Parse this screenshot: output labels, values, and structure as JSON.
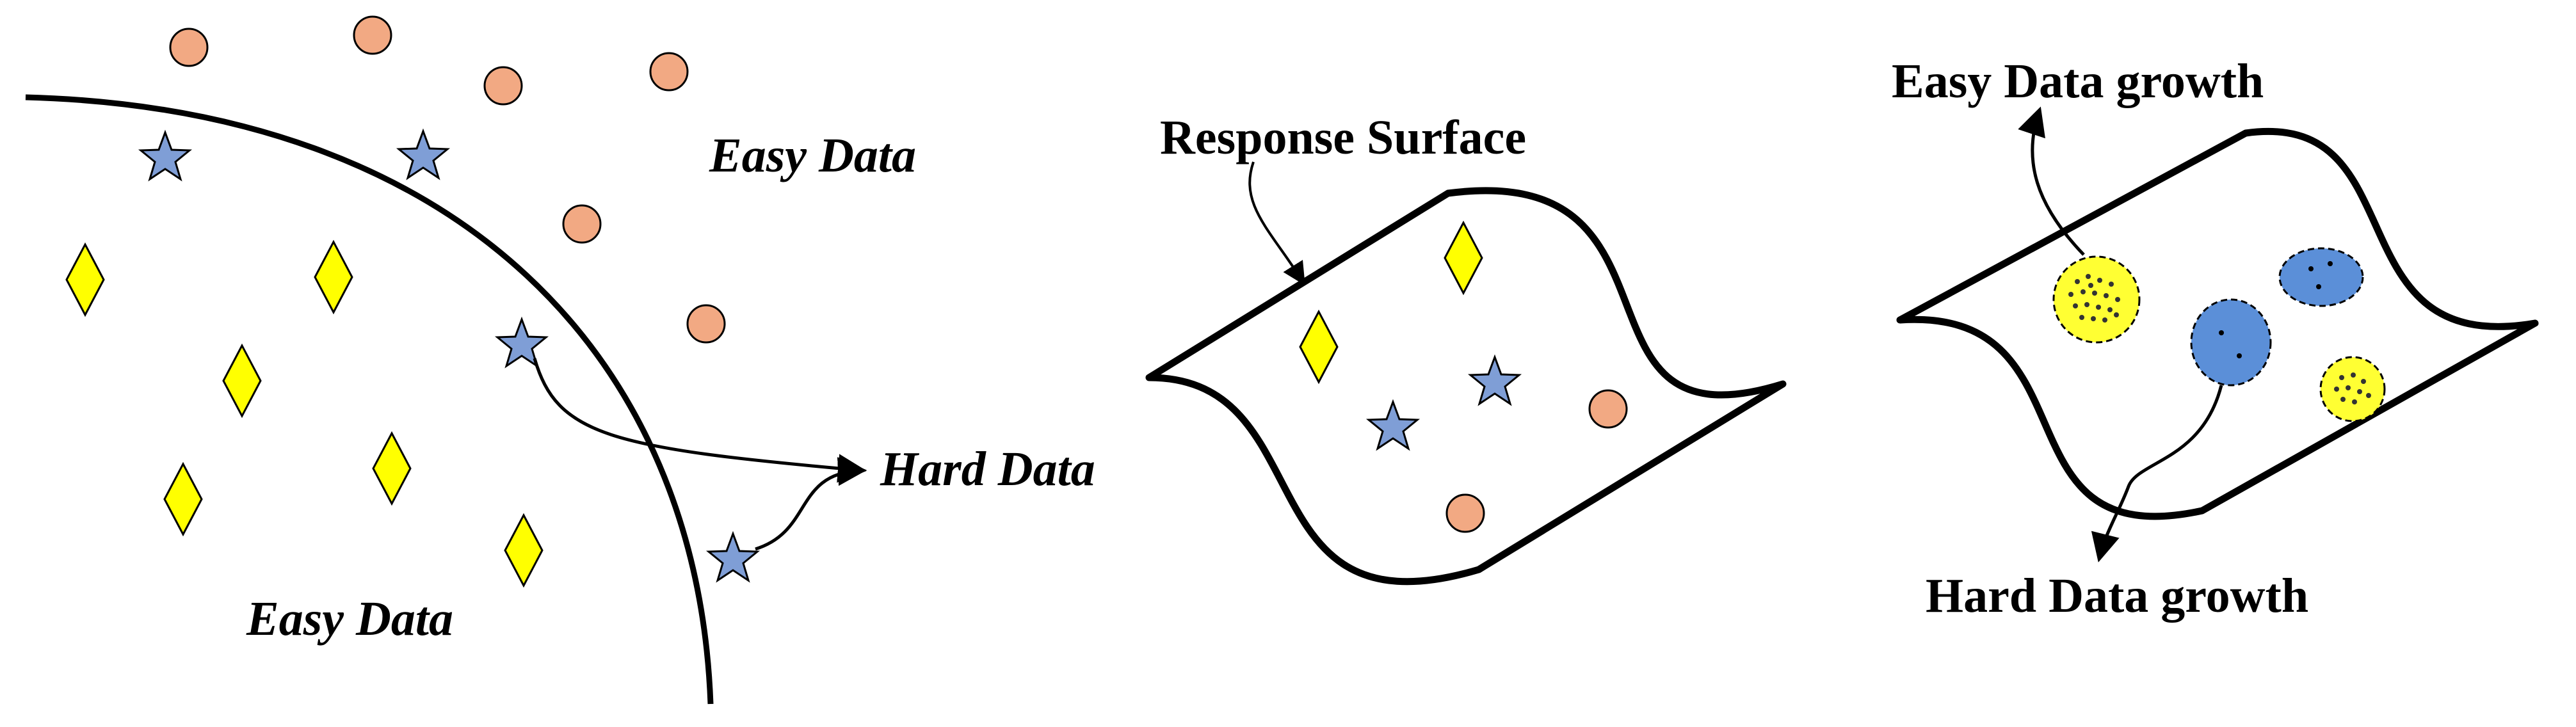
{
  "panel1": {
    "easy_top_label": "Easy Data",
    "easy_bottom_label": "Easy Data",
    "hard_label": "Hard Data"
  },
  "panel2": {
    "surface_label": "Response Surface"
  },
  "panel3": {
    "easy_growth_label": "Easy Data growth",
    "hard_growth_label": "Hard Data growth"
  },
  "colors": {
    "circle_fill": "#F2A983",
    "star_fill": "#7F9ED6",
    "diamond_fill": "#FFFF00",
    "cluster_blue": "#5B8FD8",
    "cluster_yellow": "#FFFF33",
    "stroke": "#000000"
  },
  "icons": [
    "circle",
    "star",
    "diamond",
    "cluster-blob"
  ]
}
